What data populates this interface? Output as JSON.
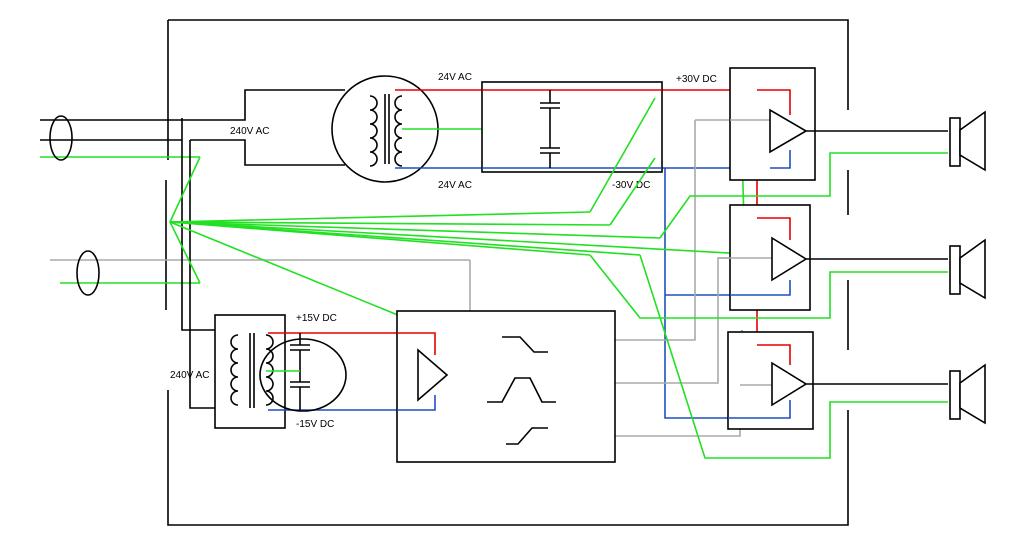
{
  "labels": {
    "mains_main_psu": "240V AC",
    "secondary_top": "24V AC",
    "secondary_bottom": "24V AC",
    "rail_positive_30": "+30V DC",
    "rail_negative_30": "-30V DC",
    "mains_aux_psu": "240V AC",
    "rail_positive_15": "+15V DC",
    "rail_negative_15": "-15V DC"
  },
  "colors": {
    "positive_rail": "#e60000",
    "negative_rail": "#1f4fbf",
    "ground": "#22e022",
    "signal": "#aaaaaa",
    "outline": "#000000"
  },
  "icons": [
    "transformer-icon",
    "capacitor-icon",
    "amplifier-icon",
    "speaker-icon",
    "filter-response-icon",
    "cable-gland-icon"
  ]
}
